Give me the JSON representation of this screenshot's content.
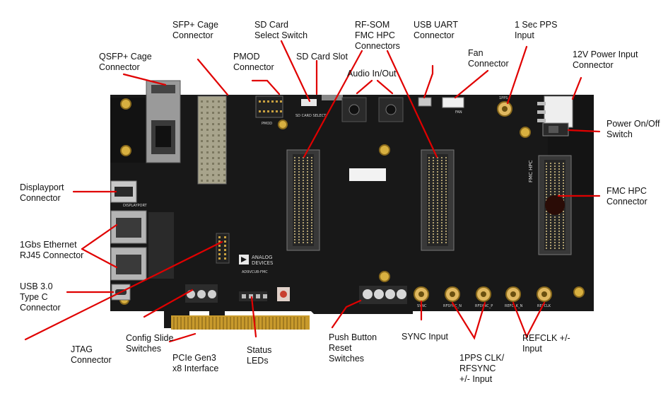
{
  "colors": {
    "board": "#181818",
    "leader": "#e00000",
    "gold": "#d8b040",
    "sma": "#e0b860"
  },
  "callouts": {
    "qsfp": "QSFP+ Cage\nConnector",
    "sfp": "SFP+ Cage\nConnector",
    "sd_select": "SD Card\nSelect Switch",
    "rf_som": "RF-SOM\nFMC HPC\nConnectors",
    "usb_uart": "USB UART\nConnector",
    "pps_input": "1 Sec PPS\nInput",
    "power_input": "12V Power Input\nConnector",
    "pmod": "PMOD\nConnector",
    "sd_slot": "SD Card Slot",
    "fan": "Fan\nConnector",
    "audio": "Audio In/Out",
    "power_switch": "Power On/Off\nSwitch",
    "displayport": "Displayport\nConnector",
    "fmc_hpc": "FMC HPC\nConnector",
    "ethernet": "1Gbs Ethernet\nRJ45 Connector",
    "usb3": "USB 3.0\nType C\nConnector",
    "jtag": "JTAG\nConnector",
    "config_switches": "Config Slide\nSwitches",
    "pcie": "PCIe Gen3\nx8 Interface",
    "status_leds": "Status\nLEDs",
    "push_button": "Push Button\nReset\nSwitches",
    "sync_input": "SYNC Input",
    "pps_clk": "1PPS CLK/\nRFSYNC\n+/- Input",
    "refclk": "REFCLK +/-\nInput"
  },
  "board_text": {
    "logo_line1": "ANALOG",
    "logo_line2": "DEVICES",
    "board_name": "AD9VCU8-FMC",
    "fmc_hpc_silk": "FMC HPC",
    "displayport_silk": "DISPLAYPORT",
    "sd_select_silk": "SD CARD SELECT",
    "sync_silk": "SYNC",
    "rfsync_n_silk": "RFSYNC_N",
    "rfsync_p_silk": "RFSYNC_P",
    "refclk_n_silk": "REFCLK_N",
    "refclk_silk": "REFCLK",
    "pps_silk": "1PPS",
    "fan_silk": "FAN",
    "pmod_silk": "PMOD"
  }
}
